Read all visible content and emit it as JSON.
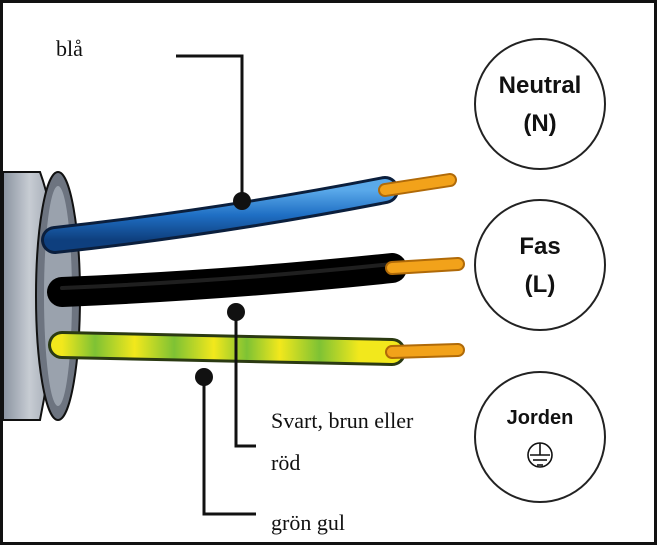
{
  "labels": {
    "blue": "blå",
    "black": "Svart, brun eller",
    "black_line2": "röd",
    "green": "grön gul"
  },
  "circles": {
    "neutral": {
      "title": "Neutral",
      "code": "(N)"
    },
    "phase": {
      "title": "Fas",
      "code": "(L)"
    },
    "earth": {
      "title": "Jorden",
      "symbol": "earth-ground"
    }
  },
  "colors": {
    "blue_wire": "#1f6fc4",
    "black_wire": "#0a0a0a",
    "green_wire": "#7ec234",
    "yellow_wire": "#f2e81c",
    "copper_tip": "#f2a21a"
  }
}
